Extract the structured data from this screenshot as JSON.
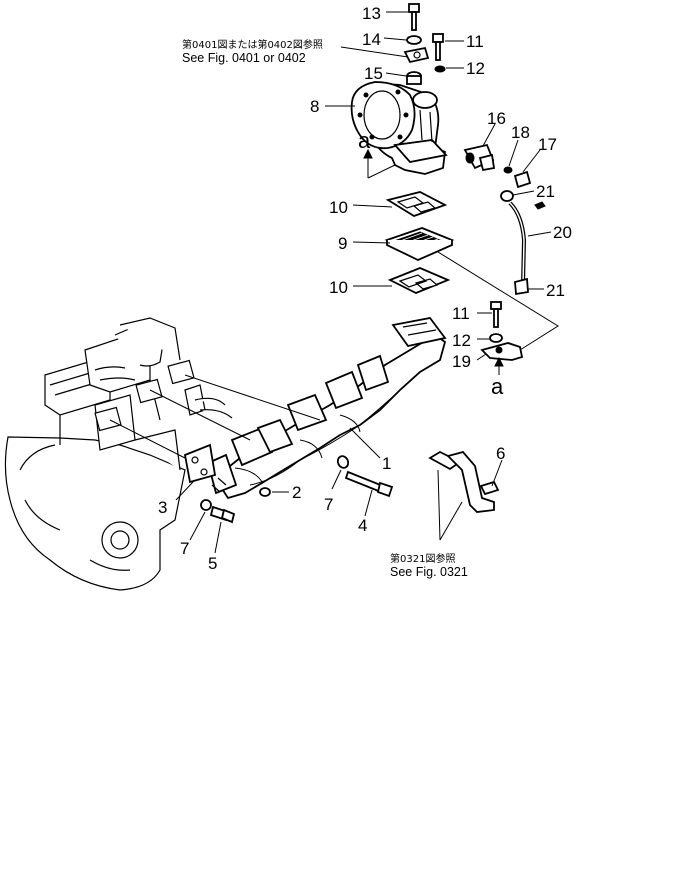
{
  "labels": {
    "p1": "1",
    "p2": "2",
    "p3": "3",
    "p4": "4",
    "p5": "5",
    "p6": "6",
    "p7a": "7",
    "p7b": "7",
    "p8": "8",
    "p9": "9",
    "p10a": "10",
    "p10b": "10",
    "p11a": "11",
    "p11b": "11",
    "p12a": "12",
    "p12b": "12",
    "p13": "13",
    "p14": "14",
    "p15": "15",
    "p16": "16",
    "p17": "17",
    "p18": "18",
    "p19": "19",
    "p20": "20",
    "p21a": "21",
    "p21b": "21"
  },
  "refs": {
    "a_top": "a",
    "a_bottom": "a"
  },
  "notes": {
    "top_jp": "第0401図または第0402図参照",
    "top_en": "See Fig. 0401 or 0402",
    "bottom_jp": "第0321図参照",
    "bottom_en": "See Fig. 0321"
  }
}
